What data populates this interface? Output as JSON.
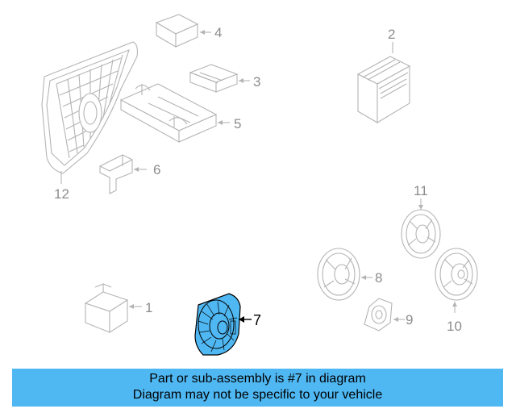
{
  "diagram": {
    "callouts": {
      "p1": "1",
      "p2": "2",
      "p3": "3",
      "p4": "4",
      "p5": "5",
      "p6": "6",
      "p7": "7",
      "p8": "8",
      "p9": "9",
      "p10": "10",
      "p11": "11",
      "p12": "12"
    },
    "highlight_color": "#4fb7f2",
    "line_color": "#b4b4b4"
  },
  "banner": {
    "line1": "Part or sub-assembly is #7 in diagram",
    "line2": "Diagram may not be specific to your vehicle",
    "background": "#4fb7f2"
  }
}
